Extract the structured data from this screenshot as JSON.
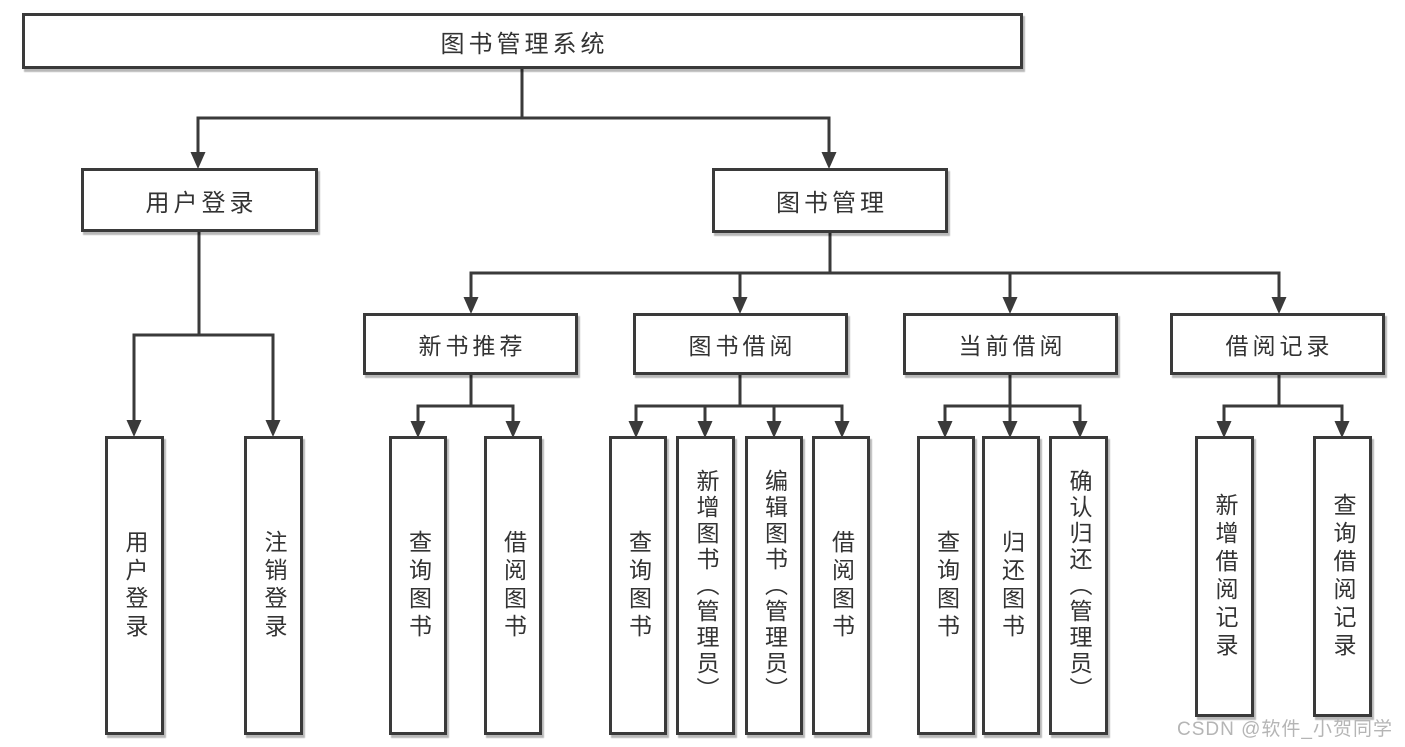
{
  "tree": {
    "label": "图书管理系统",
    "children": [
      {
        "label": "用户登录",
        "children": [
          {
            "label": "用户登录"
          },
          {
            "label": "注销登录"
          }
        ]
      },
      {
        "label": "图书管理",
        "children": [
          {
            "label": "新书推荐",
            "children": [
              {
                "label": "查询图书"
              },
              {
                "label": "借阅图书"
              }
            ]
          },
          {
            "label": "图书借阅",
            "children": [
              {
                "label": "查询图书"
              },
              {
                "label": "新增图书（管理员）"
              },
              {
                "label": "编辑图书（管理员）"
              },
              {
                "label": "借阅图书"
              }
            ]
          },
          {
            "label": "当前借阅",
            "children": [
              {
                "label": "查询图书"
              },
              {
                "label": "归还图书"
              },
              {
                "label": "确认归还（管理员）"
              }
            ]
          },
          {
            "label": "借阅记录",
            "children": [
              {
                "label": "新增借阅记录"
              },
              {
                "label": "查询借阅记录"
              }
            ]
          }
        ]
      }
    ]
  },
  "watermark": {
    "text": "CSDN @软件_小贺同学"
  },
  "colors": {
    "line": "#3a3a3a",
    "box_border": "#3a3a3a",
    "box_fill": "#ffffff",
    "text": "#333333",
    "watermark": "#b5b5b5",
    "background": "#ffffff"
  }
}
